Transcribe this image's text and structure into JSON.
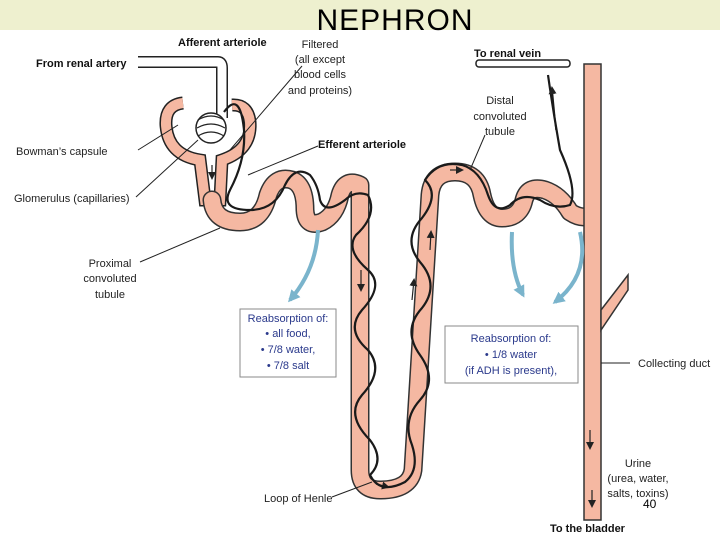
{
  "title": "NEPHRON",
  "page_number": "40",
  "labels": {
    "from_renal_artery": "From renal artery",
    "afferent_arteriole": "Afferent arteriole",
    "filtered": [
      "Filtered",
      "(all except",
      "blood cells",
      "and proteins)"
    ],
    "to_renal_vein": "To renal vein",
    "bowmans_capsule": "Bowman’s capsule",
    "efferent_arteriole": "Efferent arteriole",
    "distal": [
      "Distal",
      "convoluted",
      "tubule"
    ],
    "glomerulus": "Glomerulus (capillaries)",
    "proximal": [
      "Proximal",
      "convoluted",
      "tubule"
    ],
    "collecting_duct": "Collecting duct",
    "loop_of_henle": "Loop of Henle",
    "urine": [
      "Urine",
      "(urea, water,",
      "salts, toxins)"
    ],
    "to_the_bladder": "To the bladder"
  },
  "box1": [
    "Reabsorption of:",
    "•  all food,",
    "•  7/8 water,",
    "•  7/8 salt"
  ],
  "box2": [
    "Reabsorption of:",
    "•  1/8 water",
    "(if ADH is present),"
  ],
  "colors": {
    "tubule_fill": "#f5b8a2",
    "tubule_outline": "#3a3a3a",
    "arrow_blue": "#7ab4cc",
    "box_text": "#2b3a8c",
    "title_band": "#eef0cf"
  }
}
